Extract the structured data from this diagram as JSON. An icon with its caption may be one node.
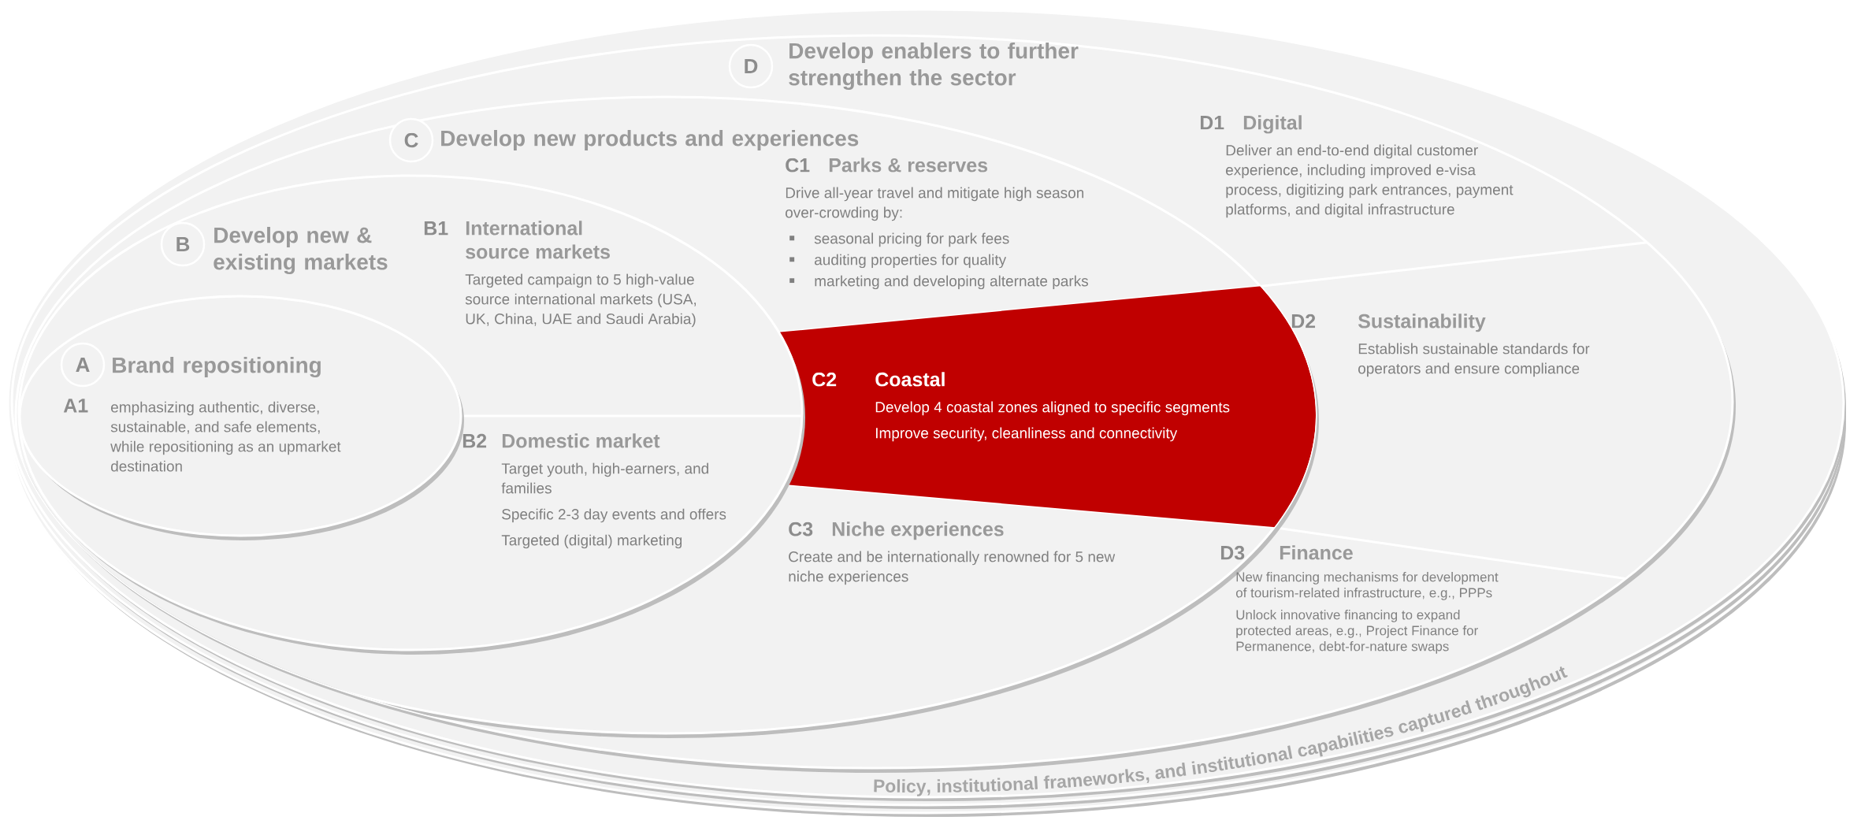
{
  "diagram": {
    "nodes": [
      {
        "text": [
          "D",
          "Develop enablers to further strengthen the sector"
        ]
      },
      {
        "text": [
          "D1",
          "Digital",
          "Deliver an end-to-end digital customer experience, including improved e-visa process, digitizing park entrances, payment platforms, and digital infrastructure"
        ],
        "in": 0
      },
      {
        "text": [
          "D2",
          "Sustainability",
          "Establish sustainable standards for operators and ensure compliance"
        ],
        "in": 0
      },
      {
        "text": [
          "D3",
          "Finance",
          "New financing mechanisms for development of tourism-related infrastructure, e.g., PPPs",
          "Unlock innovative financing to expand protected areas, e.g., Project Finance for Permanence, debt-for-nature swaps"
        ],
        "in": 0
      },
      {
        "text": [
          "C",
          "Develop new products and experiences"
        ],
        "in": 0
      },
      {
        "text": [
          "C1",
          "Parks & reserves",
          "Drive all-year travel and mitigate high season over-crowding by:",
          "seasonal pricing for park fees",
          "auditing properties for quality",
          "marketing and developing alternate parks"
        ],
        "in": 4
      },
      {
        "text": [
          "C2",
          "Coastal",
          "Develop 4 coastal zones aligned to specific segments",
          "Improve security, cleanliness and connectivity"
        ],
        "in": 4
      },
      {
        "text": [
          "C3",
          "Niche experiences",
          "Create and be internationally renowned for 5 new niche experiences"
        ],
        "in": 4
      },
      {
        "text": [
          "B",
          "Develop new & existing markets"
        ],
        "in": 4
      },
      {
        "text": [
          "B1",
          "International source markets",
          "Targeted campaign to 5 high-value source international markets (USA, UK, China, UAE and Saudi Arabia)"
        ],
        "in": 8
      },
      {
        "text": [
          "B2",
          "Domestic market",
          "Target youth, high-earners, and families",
          "Specific 2-3 day events and offers",
          "Targeted (digital) marketing"
        ],
        "in": 8
      },
      {
        "text": [
          "A",
          "Brand repositioning"
        ],
        "in": 8
      },
      {
        "text": [
          "A1",
          "emphasizing authentic, diverse, sustainable, and safe elements, while repositioning as an upmarket destination"
        ],
        "in": 11
      }
    ],
    "labels": [
      "Policy, institutional frameworks, and institutional capabilities captured throughout"
    ]
  }
}
